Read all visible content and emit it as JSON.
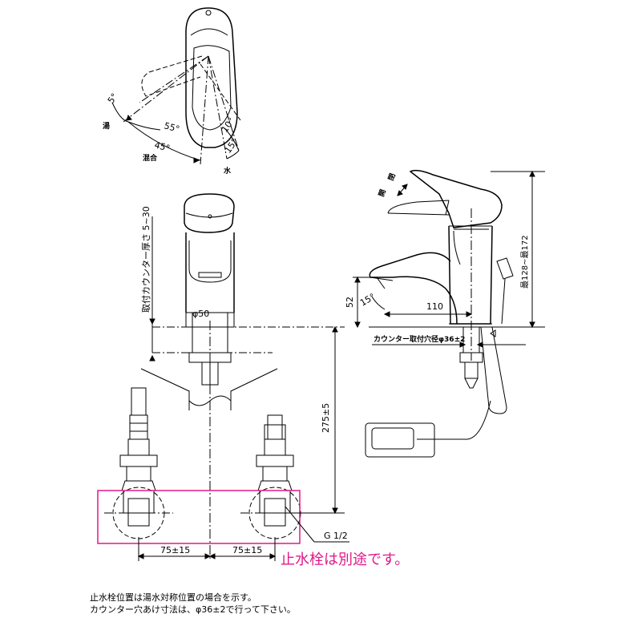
{
  "top_view": {
    "label_hot": "湯",
    "label_cold": "水",
    "label_mix": "混合",
    "angle_5": "5°",
    "angle_55": "55°",
    "angle_45": "45°",
    "angle_10": "10°",
    "angle_15": "15°"
  },
  "front_view": {
    "label_counter_thickness": "取付カウンター厚さ 5~30",
    "label_diameter": "φ50",
    "label_supply_height": "275±5",
    "label_spacing_left": "75±15",
    "label_spacing_right": "75±15",
    "label_thread": "G 1/2"
  },
  "side_view": {
    "label_close": "閉",
    "label_open": "開",
    "label_height": "最128~最172",
    "label_52": "52",
    "label_15": "15°",
    "label_110": "110",
    "label_counter_hole": "カウンター取付穴径φ36±2"
  },
  "callout": "止水栓は別途です。",
  "notes": {
    "line1": "止水栓位置は湯水対称位置の場合を示す。",
    "line2": "カウンター穴あけ寸法は、φ36±2で行って下さい。"
  },
  "colors": {
    "highlight": "#e0198a",
    "line": "#000000"
  }
}
